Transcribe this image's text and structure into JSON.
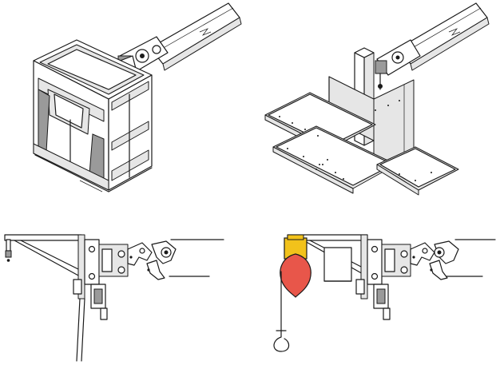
{
  "figure": {
    "panels": [
      {
        "id": "basket",
        "description_icon": "work-basket-attachment"
      },
      {
        "id": "platform",
        "description_icon": "folding-platform-attachment"
      },
      {
        "id": "jib-arm",
        "description_icon": "jib-arm-attachment"
      },
      {
        "id": "hoist",
        "description_icon": "jib-with-hoist-and-hook"
      }
    ],
    "colors": {
      "line": "#1a1a1a",
      "fill_light": "#f2f2f2",
      "fill_mid": "#d9d9d9",
      "fill_dark": "#8c8c8c",
      "hoist_yellow": "#f2c21b",
      "hook_block_red": "#e8564a"
    }
  }
}
